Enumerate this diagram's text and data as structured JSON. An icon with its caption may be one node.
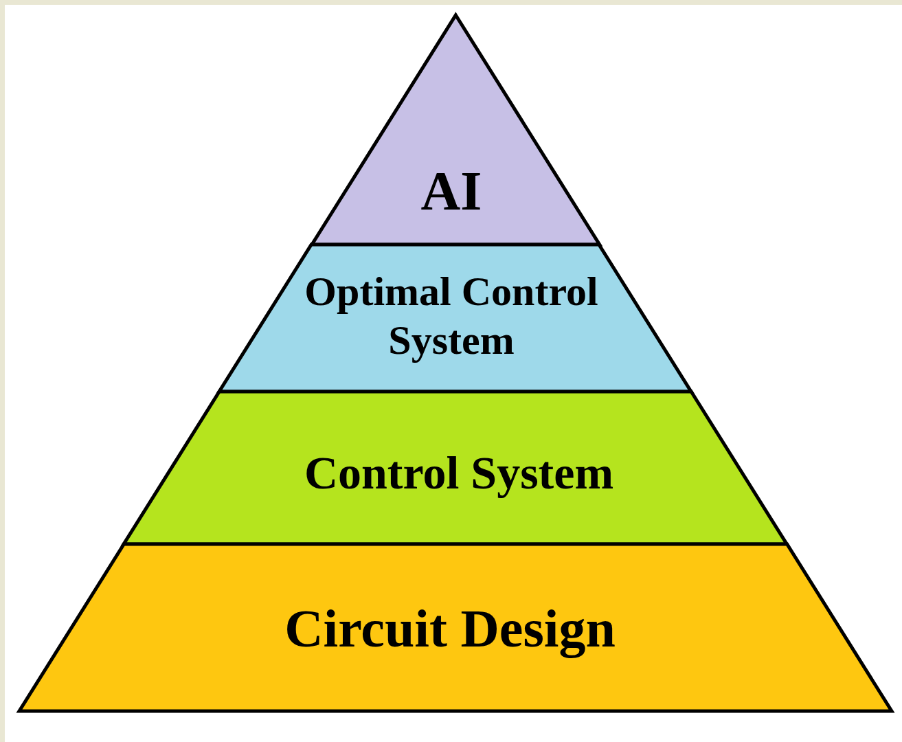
{
  "diagram": {
    "nodes": [
      {
        "text": [
          "AI"
        ]
      },
      {
        "text": [
          "Optimal Control System"
        ]
      },
      {
        "text": [
          "Control System"
        ]
      },
      {
        "text": [
          "Circuit Design"
        ]
      }
    ]
  }
}
